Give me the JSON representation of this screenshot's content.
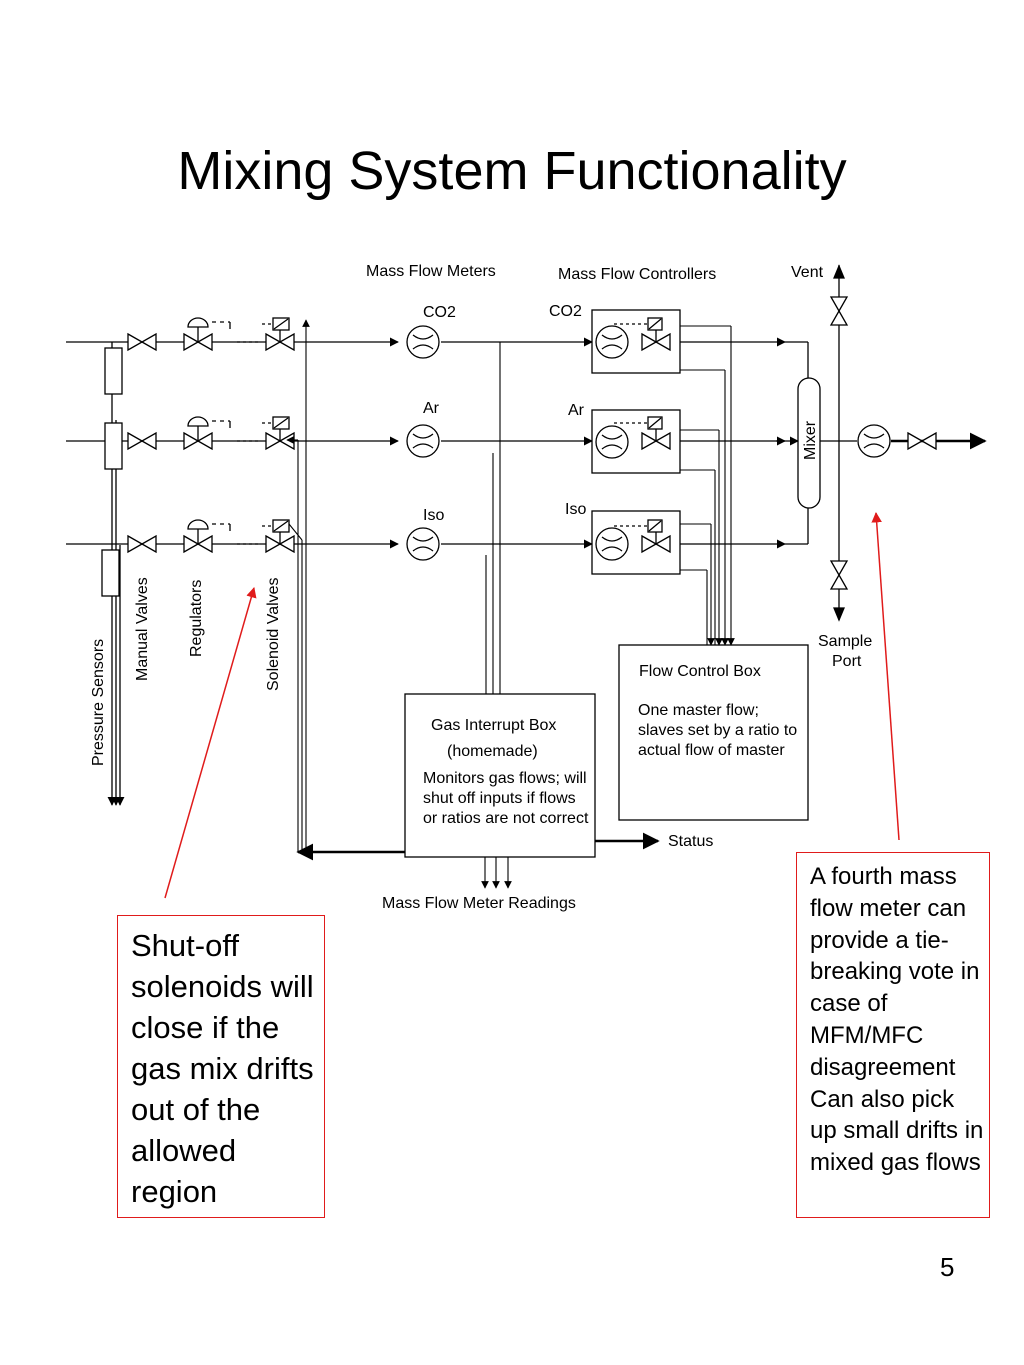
{
  "slide": {
    "title": "Mixing System Functionality",
    "page_number": "5"
  },
  "diagram": {
    "headers": {
      "mass_flow_meters": "Mass Flow Meters",
      "mass_flow_controllers": "Mass Flow Controllers",
      "vent": "Vent",
      "sample_port_line1": "Sample",
      "sample_port_line2": "Port",
      "mixer": "Mixer"
    },
    "mfm_gases": [
      "CO2",
      "Ar",
      "Iso"
    ],
    "mfc_gases": [
      "CO2",
      "Ar",
      "Iso"
    ],
    "component_labels": {
      "pressure_sensors": "Pressure Sensors",
      "manual_valves": "Manual Valves",
      "regulators": "Regulators",
      "solenoid_valves": "Solenoid Valves"
    },
    "gas_interrupt_box": {
      "title": "Gas Interrupt Box",
      "subtitle": "(homemade)",
      "description": "Monitors gas flows; will shut off inputs if flows or ratios are not correct"
    },
    "flow_control_box": {
      "title": "Flow Control Box",
      "description": "One master flow; slaves set by a ratio to actual flow of master"
    },
    "status": "Status",
    "mass_flow_meter_readings": "Mass Flow Meter Readings"
  },
  "callouts": {
    "left": "Shut-off solenoids will close if the gas mix drifts out of the allowed region",
    "right": "A fourth mass flow meter can provide a tie-breaking vote in case of MFM/MFC disagreement Can also pick up small drifts in mixed gas flows",
    "color": "#e01b1b"
  }
}
